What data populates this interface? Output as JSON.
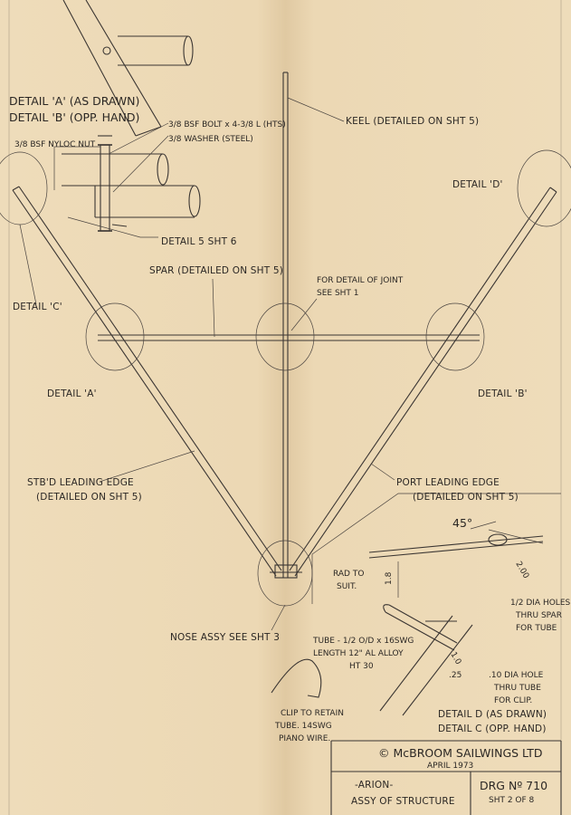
{
  "details": {
    "detail_a_as_drawn": "DETAIL 'A' (AS DRAWN)",
    "detail_b_opp_hand": "DETAIL 'B' (OPP. HAND)",
    "nyloc_nut": "3/8 BSF NYLOC NUT",
    "bolt": "3/8 BSF BOLT x 4-3/8 L (HTS)",
    "washer": "3/8 WASHER (STEEL)",
    "detail5": "DETAIL 5 SHT 6"
  },
  "labels": {
    "keel": "KEEL (DETAILED ON SHT 5)",
    "detail_d": "DETAIL 'D'",
    "detail_c": "DETAIL 'C'",
    "spar": "SPAR (DETAILED ON SHT 5)",
    "joint_line1": "FOR DETAIL OF JOINT",
    "joint_line2": "SEE SHT 1",
    "detail_a": "DETAIL 'A'",
    "detail_b": "DETAIL 'B'",
    "stbd_line1": "STB'D LEADING EDGE",
    "stbd_line2": "(DETAILED ON SHT 5)",
    "port_line1": "PORT LEADING EDGE",
    "port_line2": "(DETAILED ON SHT 5)",
    "nose": "NOSE ASSY SEE SHT 3",
    "angle": "45°",
    "dim_200": "2.00",
    "dim_18": "1.8",
    "dim_10": "1.0",
    "dim_25": ".25",
    "rad1": "RAD TO",
    "rad2": "SUIT.",
    "holes1": "1/2 DIA HOLES",
    "holes2": "THRU SPAR",
    "holes3": "FOR TUBE",
    "tube1": "TUBE - 1/2 O/D x 16SWG",
    "tube2": "LENGTH 12\" AL ALLOY",
    "tube3": "HT 30",
    "hole1": ".10 DIA HOLE",
    "hole2": "THRU TUBE",
    "hole3": "FOR CLIP.",
    "clip1": "CLIP TO RETAIN",
    "clip2": "TUBE. 14SWG",
    "clip3": "PIANO WIRE.",
    "detail_d_drawn": "DETAIL D (AS DRAWN)",
    "detail_c_opp": "DETAIL C (OPP. HAND)"
  },
  "title_block": {
    "company": "© McBROOM SAILWINGS LTD",
    "date": "APRIL 1973",
    "name": "-ARION-",
    "desc": "ASSY OF STRUCTURE",
    "drg": "DRG Nº 710",
    "sheet": "SHT 2 OF 8"
  }
}
